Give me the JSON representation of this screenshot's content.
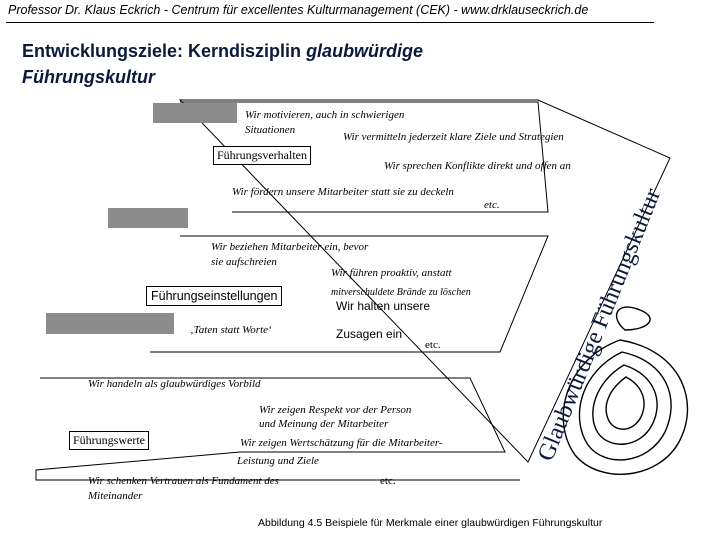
{
  "header": {
    "text": "Professor Dr. Klaus Eckrich - Centrum für excellentes Kulturmanagement (CEK) - www.drklauseckrich.de"
  },
  "title": {
    "line1": "Entwicklungsziele: Kerndisziplin",
    "line1_italic": "glaubwürdige",
    "line2": "Führungskultur"
  },
  "vertical_label": "Glaubwürdige Führungskultur",
  "section1": {
    "label": "Führungsverhalten",
    "items": [
      "Wir motivieren, auch in schwierigen",
      "Situationen",
      "Wir vermitteln jederzeit klare Ziele und Strategien",
      "Wir sprechen Konflikte direkt und offen an",
      "Wir fördern unsere Mitarbeiter statt sie zu deckeln",
      "etc."
    ]
  },
  "section2": {
    "label": "Führungseinstellungen",
    "items": [
      "Wir beziehen Mitarbeiter ein, bevor",
      "sie aufschreien",
      "Wir führen proaktiv, anstatt",
      "mitverschuldete Brände zu löschen",
      "Wir halten unsere",
      "‚Taten statt Worte‘",
      "Zusagen ein",
      "etc."
    ]
  },
  "section3": {
    "label": "Führungswerte",
    "items": [
      "Wir handeln als glaubwürdiges Vorbild",
      "Wir zeigen Respekt vor der Person",
      "und Meinung der Mitarbeiter",
      "Wir zeigen Wertschätzung für die Mitarbeiter-",
      "Leistung und Ziele",
      "Wir schenken Vertrauen als Fundament des",
      "etc.",
      "Miteinander"
    ]
  },
  "caption": "Abbildung 4.5 Beispiele für Merkmale einer glaubwürdigen Führungskultur",
  "colors": {
    "gray_block": "#8c8c8c",
    "title": "#0a1a3a"
  }
}
